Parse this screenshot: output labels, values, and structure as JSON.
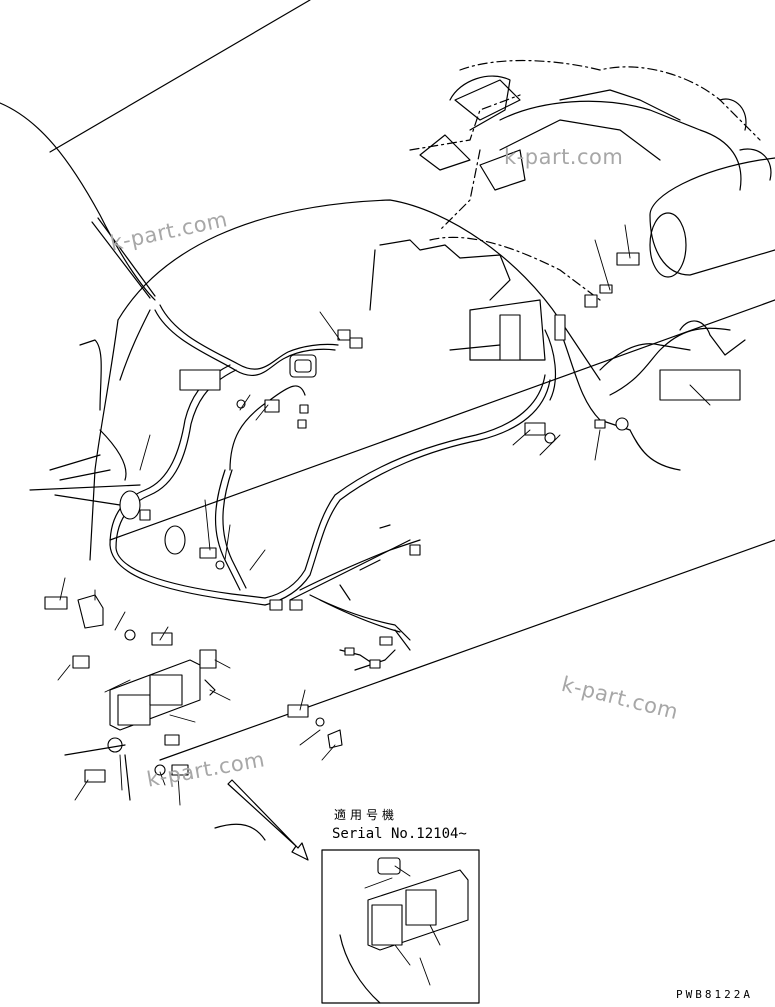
{
  "watermarks": [
    "k-part.com",
    "k-part.com",
    "k-part.com",
    "k-part.com"
  ],
  "inset": {
    "applicable_label": "適用号機",
    "serial_label": "Serial No.12104~"
  },
  "drawing_code": "PWB8122A"
}
